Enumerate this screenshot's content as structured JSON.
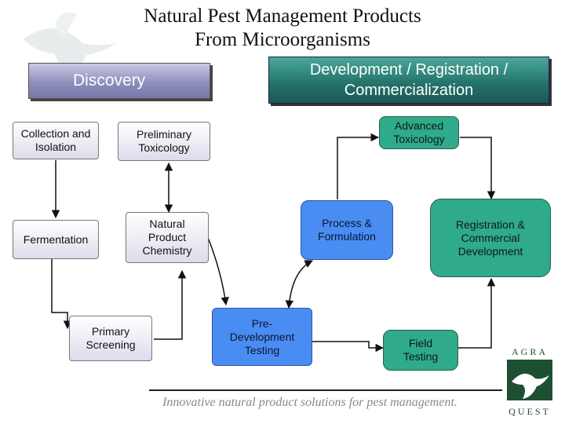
{
  "title_line1": "Natural Pest Management Products",
  "title_line2": "From Microorganisms",
  "headers": {
    "discovery": "Discovery",
    "development": "Development / Registration / Commercialization"
  },
  "boxes": {
    "collection": "Collection and Isolation",
    "prelim_tox": "Preliminary Toxicology",
    "advanced_tox": "Advanced Toxicology",
    "fermentation": "Fermentation",
    "natural_chem": "Natural Product Chemistry",
    "process": "Process & Formulation",
    "registration": "Registration & Commercial Development",
    "primary": "Primary Screening",
    "predev": "Pre-Development Testing",
    "field": "Field Testing"
  },
  "footer": "Innovative natural product solutions for pest management.",
  "logo": {
    "top": "AGRA",
    "bottom": "QUEST"
  },
  "colors": {
    "green_box": "#2faa8a",
    "blue_box": "#4a8df2",
    "dev_header": "#23716a",
    "discovery_header": "#8f8fbd"
  }
}
